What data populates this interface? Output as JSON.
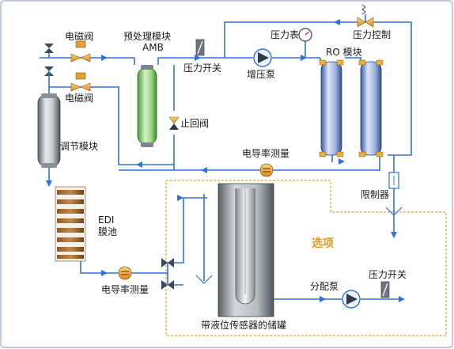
{
  "labels": {
    "solenoid_valve_top": "电磁阀",
    "solenoid_valve_bottom": "电磁阀",
    "pretreatment_module": "预处理模块",
    "pretreatment_code": "AMB",
    "pressure_gauge": "压力表",
    "pressure_control": "压力控制",
    "pressure_switch_top": "压力开关",
    "booster_pump": "增压泵",
    "ro_module": "RO 模块",
    "check_valve": "止回阀",
    "regulating_module": "调节模块",
    "conductivity_meter_top": "电导率测量",
    "flow_limiter": "限制器",
    "edi_line1": "EDI",
    "edi_line2": "膜池",
    "options": "选项",
    "conductivity_meter_bottom": "电导率测量",
    "distribution_pump": "分配泵",
    "pressure_switch_bottom": "压力开关",
    "storage_tank": "带液位传感器的储罐"
  },
  "colors": {
    "pipe": "#2f73d9",
    "options_border": "#e8a21f",
    "options_text": "#e39a1a",
    "ro_vessel": "#8aa3d6",
    "pretreatment_vessel": "#8fd07a",
    "valve_orange": "#f0a436"
  }
}
